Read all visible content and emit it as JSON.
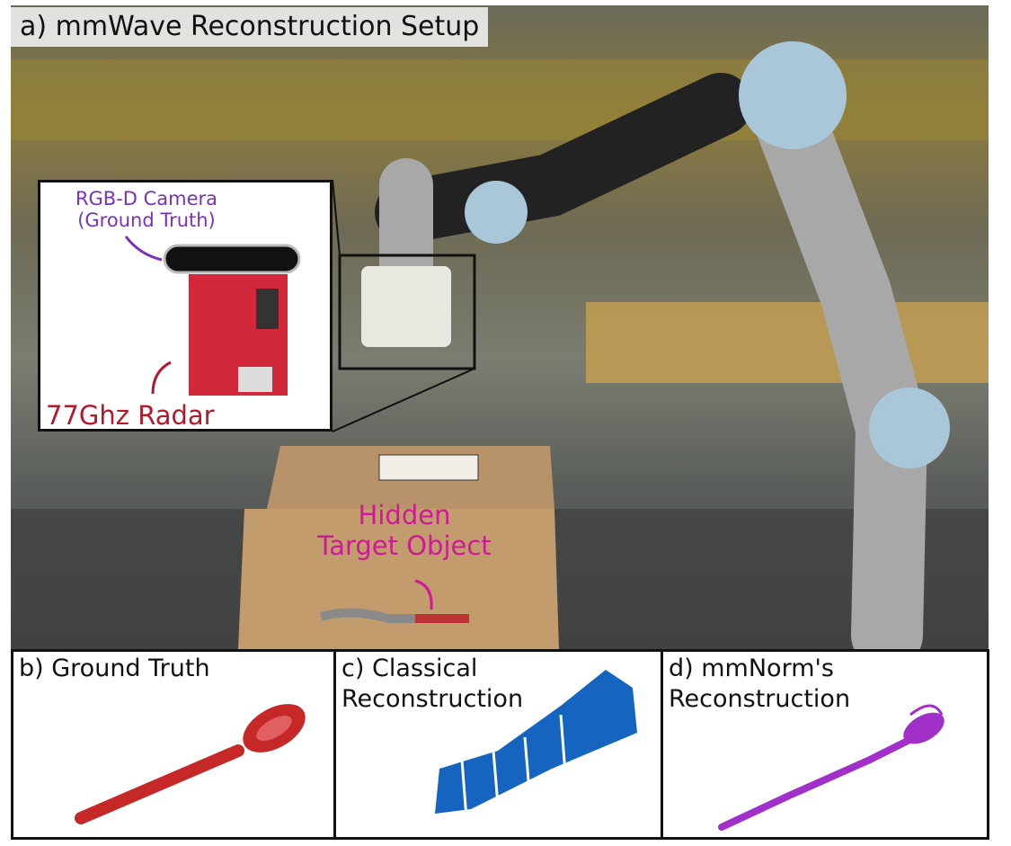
{
  "panels": {
    "a": {
      "title": "a) mmWave Reconstruction Setup"
    },
    "inset": {
      "camera_label_line1": "RGB-D Camera",
      "camera_label_line2": "(Ground Truth)",
      "radar_label": "77Ghz Radar"
    },
    "target": {
      "line1": "Hidden",
      "line2": "Target Object"
    },
    "b": {
      "title": "b) Ground Truth"
    },
    "c": {
      "title_line1": "c) Classical",
      "title_line2": "Reconstruction"
    },
    "d": {
      "title_line1": "d) mmNorm's",
      "title_line2": "Reconstruction"
    }
  },
  "colors": {
    "camera": "#7b2fbe",
    "radar": "#b5182a",
    "target": "#d0189a",
    "ground_truth": "#c62828",
    "classical": "#1565c0",
    "mmnorm": "#a030c8"
  }
}
